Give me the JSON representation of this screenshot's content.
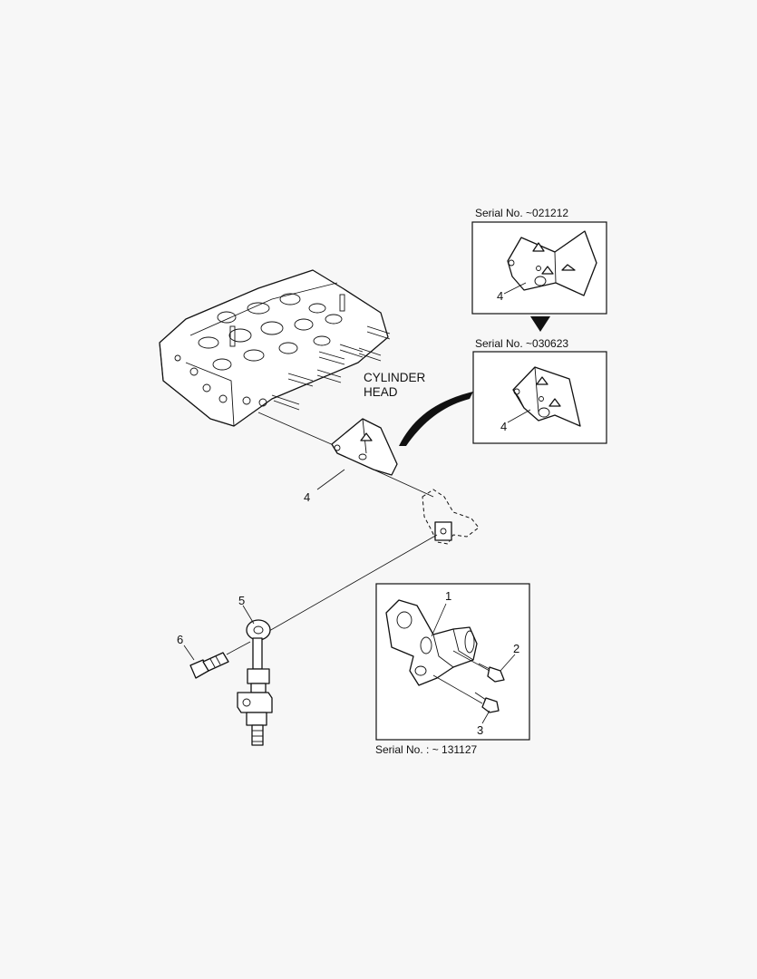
{
  "labels": {
    "serial_top": "Serial No. ~021212",
    "serial_mid": "Serial No. ~030623",
    "serial_bottom": "Serial No. : ~ 131127",
    "cylinder_line1": "CYLINDER",
    "cylinder_line2": "HEAD"
  },
  "callouts": {
    "c1": "1",
    "c2": "2",
    "c3": "3",
    "c4_main": "4",
    "c4_box1": "4",
    "c4_box2": "4",
    "c5": "5",
    "c6": "6"
  },
  "icons": {
    "transition_arrow": "down-triangle-arrow"
  }
}
